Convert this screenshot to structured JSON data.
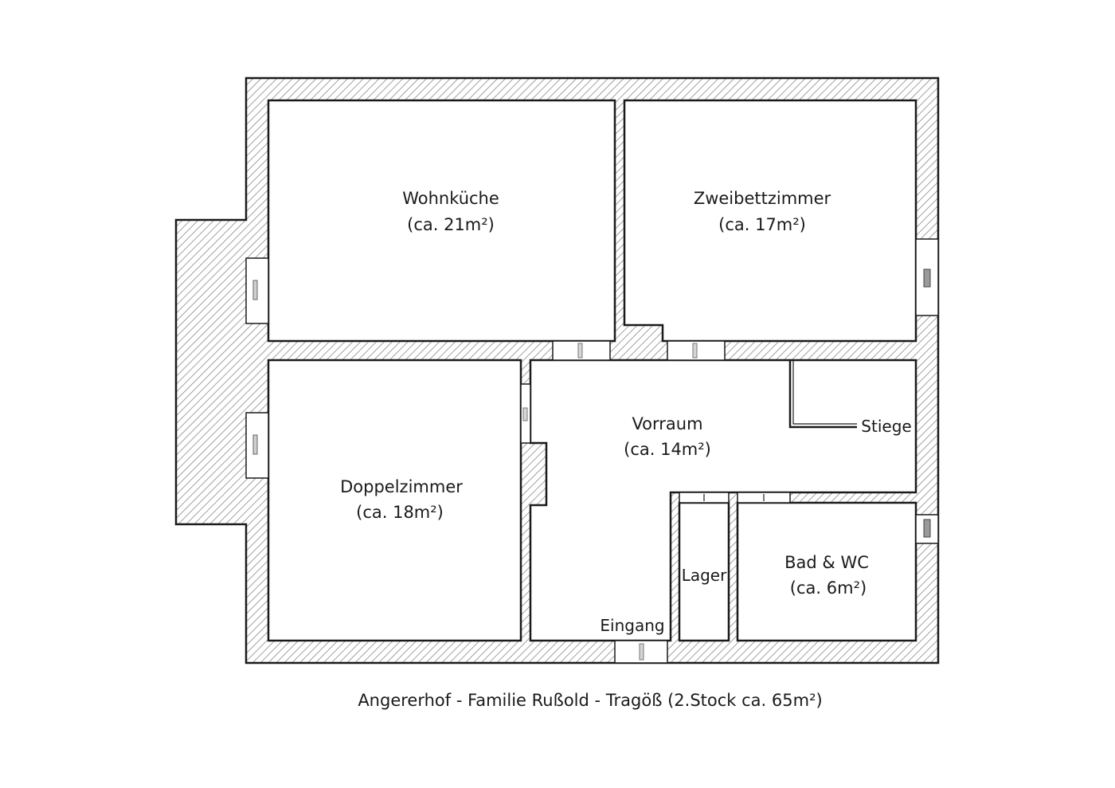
{
  "rooms": {
    "wohnkueche": {
      "name": "Wohnküche",
      "area": "(ca. 21m²)"
    },
    "zweibett": {
      "name": "Zweibettzimmer",
      "area": "(ca. 17m²)"
    },
    "doppel": {
      "name": "Doppelzimmer",
      "area": "(ca. 18m²)"
    },
    "vorraum": {
      "name": "Vorraum",
      "area": "(ca. 14m²)"
    },
    "bad": {
      "name": "Bad & WC",
      "area": "(ca. 6m²)"
    },
    "lager": {
      "name": "Lager"
    }
  },
  "labels": {
    "stiege": "Stiege",
    "eingang": "Eingang"
  },
  "caption": "Angererhof - Familie Rußold - Tragöß (2.Stock ca. 65m²)",
  "colors": {
    "wall_outline": "#1a1a1a",
    "hatch": "#8a8a8a",
    "floor": "#ffffff"
  }
}
